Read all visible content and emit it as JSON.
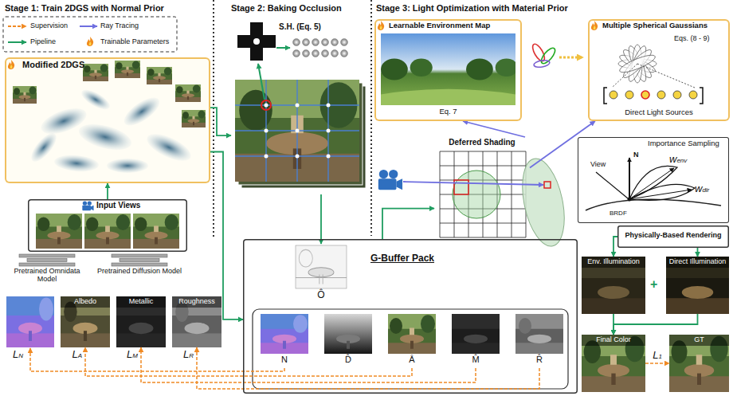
{
  "diagram": {
    "nodes": [
      {
        "text": [
          "Modified 2DGS"
        ]
      },
      {
        "text": [
          "Input Views"
        ]
      },
      {
        "text": [
          "Pretrained Omnidata Model"
        ]
      },
      {
        "text": [
          "Pretrained Diffusion Model"
        ]
      },
      {
        "text": [
          "Albedo"
        ]
      },
      {
        "text": [
          "Metallic"
        ]
      },
      {
        "text": [
          "Roughness"
        ]
      },
      {
        "text": [
          "S.H. (Eq. 5)"
        ]
      },
      {
        "text": [
          "G-Buffer Pack"
        ]
      },
      {
        "text": [
          "Ô"
        ],
        "in": 8
      },
      {
        "text": [
          "N"
        ],
        "in": 8
      },
      {
        "text": [
          "D̂"
        ],
        "in": 8
      },
      {
        "text": [
          "Â"
        ],
        "in": 8
      },
      {
        "text": [
          "M̂"
        ],
        "in": 8
      },
      {
        "text": [
          "R̂"
        ],
        "in": 8
      },
      {
        "text": [
          "Learnable Environment Map",
          "Eq. 7"
        ]
      },
      {
        "text": [
          "Multiple Spherical Gaussians",
          "Eqs. (8 - 9)",
          "Direct Light Sources"
        ]
      },
      {
        "text": [
          "Deferred Shading"
        ]
      },
      {
        "text": [
          "Importance Sampling"
        ]
      },
      {
        "text": [
          "Physically-Based Rendering"
        ]
      },
      {
        "text": [
          "Env. Illumination"
        ]
      },
      {
        "text": [
          "Direct Illumination"
        ]
      },
      {
        "text": [
          "Final Color"
        ]
      },
      {
        "text": [
          "GT"
        ]
      }
    ],
    "edges": [
      {
        "from": 1,
        "to": 0,
        "arrow": "to"
      },
      {
        "from": 0,
        "to": 7,
        "arrow": "to"
      },
      {
        "from": 0,
        "to": 8,
        "arrow": "to"
      },
      {
        "from": 7,
        "to": 9,
        "arrow": "to"
      },
      {
        "from": 8,
        "to": 17,
        "arrow": "to"
      },
      {
        "from": 17,
        "to": 15,
        "arrow": "to"
      },
      {
        "from": 17,
        "to": 16,
        "arrow": "to"
      },
      {
        "from": 19,
        "to": 20,
        "arrow": "to"
      },
      {
        "from": 19,
        "to": 21,
        "arrow": "to"
      },
      {
        "from": 20,
        "to": 22,
        "arrow": "to"
      },
      {
        "from": 21,
        "to": 22,
        "arrow": "to"
      },
      {
        "from": 22,
        "to": 23,
        "label": "L1",
        "arrow": "to"
      },
      {
        "from": 12,
        "to": 4,
        "label": "LA",
        "arrow": "to"
      },
      {
        "from": 13,
        "to": 5,
        "label": "LM",
        "arrow": "to"
      },
      {
        "from": 14,
        "to": 6,
        "label": "LR",
        "arrow": "to"
      }
    ],
    "labels": [
      "Stage 1: Train 2DGS with Normal Prior",
      "Stage 2: Baking Occlusion",
      "Stage 3: Light Optimization with Material Prior",
      "LN",
      "N",
      "View",
      "wenv",
      "wdir",
      "BRDF",
      "+"
    ],
    "legend": [
      {
        "text": "Supervision"
      },
      {
        "text": "Ray Tracing"
      },
      {
        "text": "Pipeline"
      },
      {
        "text": "Trainable Parameters"
      }
    ]
  }
}
